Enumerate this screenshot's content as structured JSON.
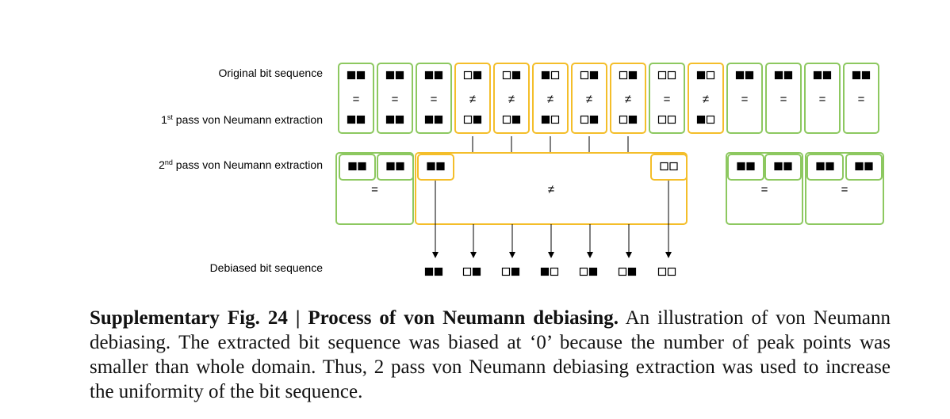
{
  "row_labels": {
    "original": "Original bit sequence",
    "first_pass_prefix": "1",
    "first_pass_sup": "st",
    "first_pass_suffix": " pass von Neumann extraction",
    "second_pass_prefix": "2",
    "second_pass_sup": "nd",
    "second_pass_suffix": " pass von Neumann extraction",
    "debiased": "Debiased bit sequence"
  },
  "colors": {
    "equal": "#8DC860",
    "unequal": "#F4BE2A",
    "bit_one": "#000000",
    "bit_zero": "#ffffff"
  },
  "first_pass_pairs": [
    {
      "bits": [
        1,
        1
      ],
      "op": "="
    },
    {
      "bits": [
        1,
        1
      ],
      "op": "="
    },
    {
      "bits": [
        1,
        1
      ],
      "op": "="
    },
    {
      "bits": [
        0,
        1
      ],
      "op": "≠"
    },
    {
      "bits": [
        0,
        1
      ],
      "op": "≠"
    },
    {
      "bits": [
        1,
        0
      ],
      "op": "≠"
    },
    {
      "bits": [
        0,
        1
      ],
      "op": "≠"
    },
    {
      "bits": [
        0,
        1
      ],
      "op": "≠"
    },
    {
      "bits": [
        0,
        0
      ],
      "op": "="
    },
    {
      "bits": [
        1,
        0
      ],
      "op": "≠"
    },
    {
      "bits": [
        1,
        1
      ],
      "op": "="
    },
    {
      "bits": [
        1,
        1
      ],
      "op": "="
    },
    {
      "bits": [
        1,
        1
      ],
      "op": "="
    },
    {
      "bits": [
        1,
        1
      ],
      "op": "="
    }
  ],
  "second_pass_groups": [
    {
      "op": "=",
      "pairs": [
        [
          1,
          1
        ],
        [
          1,
          1
        ]
      ]
    },
    {
      "op": "≠",
      "pairs": [
        [
          1,
          1
        ],
        [
          0,
          0
        ]
      ]
    },
    {
      "op": "=",
      "pairs": [
        [
          1,
          1
        ],
        [
          1,
          1
        ]
      ]
    },
    {
      "op": "=",
      "pairs": [
        [
          1,
          1
        ],
        [
          1,
          1
        ]
      ]
    }
  ],
  "debiased_sequence": [
    [
      1,
      1
    ],
    [
      0,
      1
    ],
    [
      0,
      1
    ],
    [
      1,
      0
    ],
    [
      0,
      1
    ],
    [
      0,
      1
    ],
    [
      0,
      0
    ]
  ],
  "caption": {
    "bold": "Supplementary Fig. 24 | Process of von Neumann debiasing.",
    "text": " An illustration of von Neumann debiasing. The extracted bit sequence was biased at ‘0’ because the number of peak points was smaller than whole domain. Thus, 2 pass von Neumann debiasing extraction was used to increase the uniformity of the bit sequence."
  }
}
